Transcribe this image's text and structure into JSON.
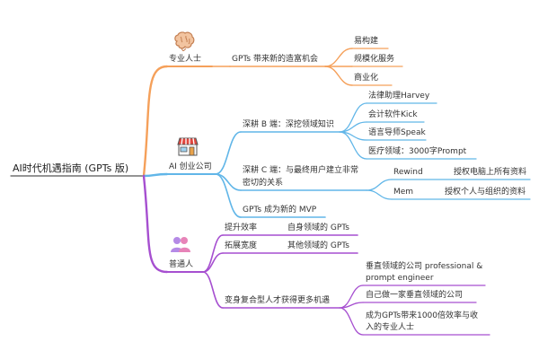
{
  "mindmap": {
    "root": "AI时代机遇指南 (GPTs 版)",
    "colors": {
      "orange": "#f5a05a",
      "blue": "#61b6e8",
      "purple": "#a64fd0"
    },
    "branches": {
      "pro": {
        "label": "专业人士",
        "icon": "brain-icon",
        "sub": "GPTs 带来新的造富机会",
        "leaves": [
          "易构建",
          "规模化服务",
          "商业化"
        ]
      },
      "startup": {
        "label": "AI 创业公司",
        "icon": "storefront-icon",
        "b_end": {
          "label": "深耕 B 端：深挖领域知识",
          "leaves": [
            "法律助理Harvey",
            "会计软件Kick",
            "语言导师Speak",
            "医疗领域：3000字Prompt"
          ]
        },
        "c_end": {
          "label_line1": "深耕 C 端：与最终用户建立非常",
          "label_line2": "密切的关系",
          "items": [
            {
              "name": "Rewind",
              "desc": "授权电脑上所有资料"
            },
            {
              "name": "Mem",
              "desc": "授权个人与组织的资料"
            }
          ]
        },
        "mvp": "GPTs 成为新的 MVP"
      },
      "ordinary": {
        "label": "普通人",
        "icon": "people-icon",
        "efficiency": {
          "label": "提升效率",
          "leaf": "自身领域的 GPTs"
        },
        "breadth": {
          "label": "拓展宽度",
          "leaf": "其他领域的 GPTs"
        },
        "composite": {
          "label": "变身复合型人才获得更多机遇",
          "leaves": [
            {
              "line1": "垂直领域的公司 professional &",
              "line2": "prompt engineer"
            },
            {
              "line1": "自己做一家垂直领域的公司"
            },
            {
              "line1": "成为GPTs带来1000倍效率与收",
              "line2": "入的专业人士"
            }
          ]
        }
      }
    }
  }
}
